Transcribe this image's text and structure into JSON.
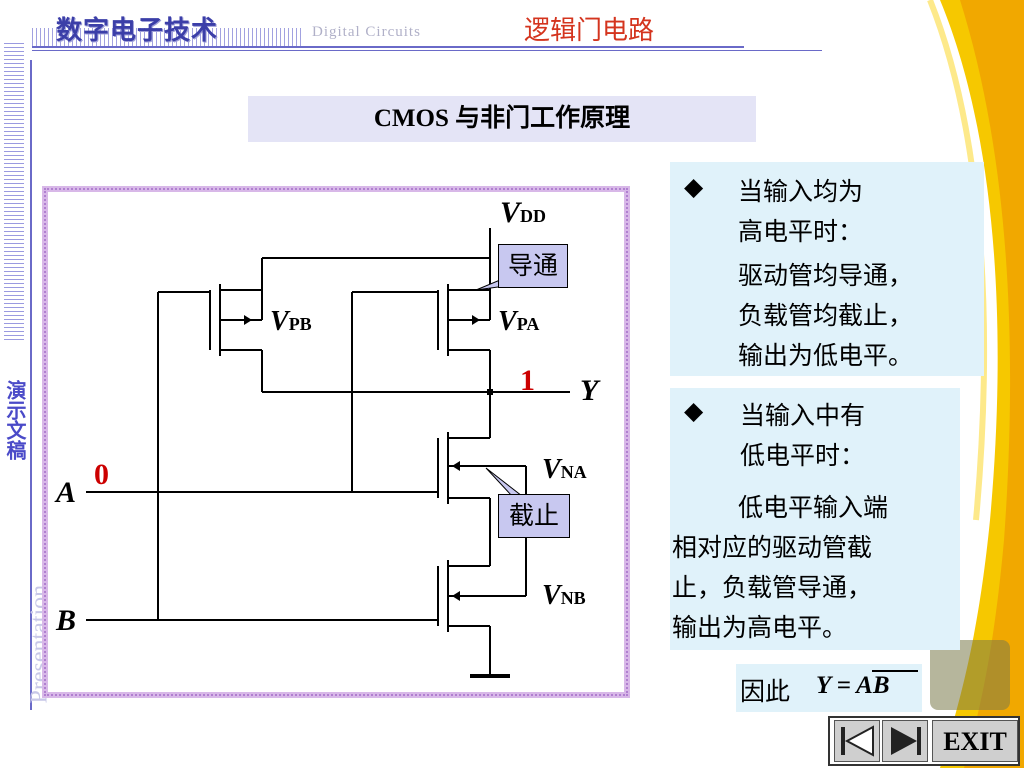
{
  "header": {
    "title": "数字电子技术",
    "subtitle": "Digital Circuits",
    "topic": "逻辑门电路"
  },
  "side": {
    "vertical_label": "演示文稿",
    "presentation": "Presentation"
  },
  "heading": "CMOS 与非门工作原理",
  "circuit": {
    "vdd_v": "V",
    "vdd_sub": "DD",
    "vpb_v": "V",
    "vpb_sub": "PB",
    "vpa_v": "V",
    "vpa_sub": "PA",
    "vna_v": "V",
    "vna_sub": "NA",
    "vnb_v": "V",
    "vnb_sub": "NB",
    "output": "Y",
    "input_a": "A",
    "input_b": "B",
    "output_value": "1",
    "input_a_value": "0",
    "callout_on": "导通",
    "callout_off": "截止"
  },
  "panel1": {
    "bullet": "◆",
    "heading_l1": "当输入均为",
    "heading_l2": "高电平时：",
    "body_l1": "驱动管均导通，",
    "body_l2": "负载管均截止，",
    "body_l3": "输出为低电平。"
  },
  "panel2": {
    "bullet": "◆",
    "heading_l1": "当输入中有",
    "heading_l2": "低电平时：",
    "body_l1": "低电平输入端",
    "body_l2": "相对应的驱动管截",
    "body_l3": "止，负载管导通，",
    "body_l4": "输出为高电平。"
  },
  "conclusion": {
    "prefix": "因此",
    "formula": "Y = AB"
  },
  "nav": {
    "exit_label": "EXIT"
  },
  "colors": {
    "accent": "#3b3ea8",
    "topic": "#d4341e",
    "panel_bg": "#e0f2fa",
    "callout_bg": "#c8c8f0",
    "value_red": "#cc0000"
  }
}
